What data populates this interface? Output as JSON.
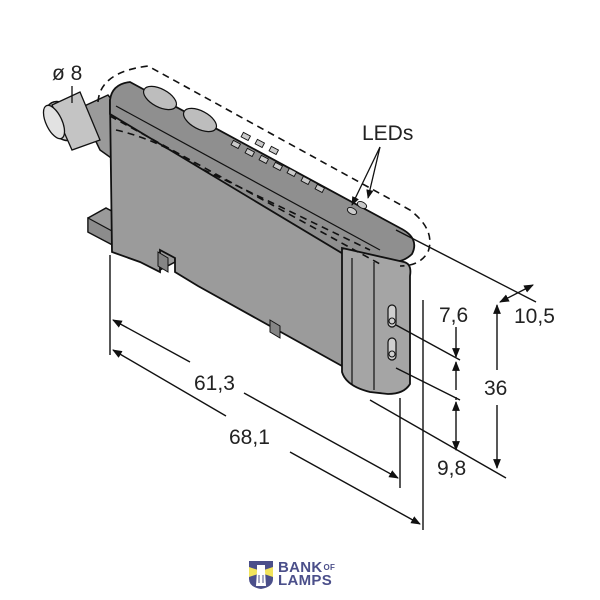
{
  "diagram": {
    "type": "dimension-drawing",
    "subject": "fiber optic amplifier sensor housing (isometric view)",
    "colors": {
      "housing_fill": "#999999",
      "housing_top": "#8a8a8a",
      "front_cap": "#a6a6a6",
      "connector_light": "#c8c8c8",
      "line": "#111111",
      "background": "#ffffff"
    },
    "labels": {
      "connector_diameter": "ø 8",
      "leds_callout": "LEDs",
      "dim_length_inner": "61,3",
      "dim_length_outer": "68,1",
      "dim_width": "10,5",
      "dim_height": "36",
      "dim_port_spacing": "7,6",
      "dim_port_bottom": "9,8"
    },
    "dimensions_mm": {
      "connector_diameter": 8,
      "length_body": 61.3,
      "length_overall": 68.1,
      "width": 10.5,
      "height": 36,
      "fiber_port_spacing": 7.6,
      "fiber_port_offset_bottom": 9.8
    }
  },
  "watermark": {
    "brand_line1": "BANK",
    "brand_of": "OF",
    "brand_line2": "LAMPS",
    "brand_color": "#4b4f8a",
    "accent_color": "#f2e45c"
  }
}
